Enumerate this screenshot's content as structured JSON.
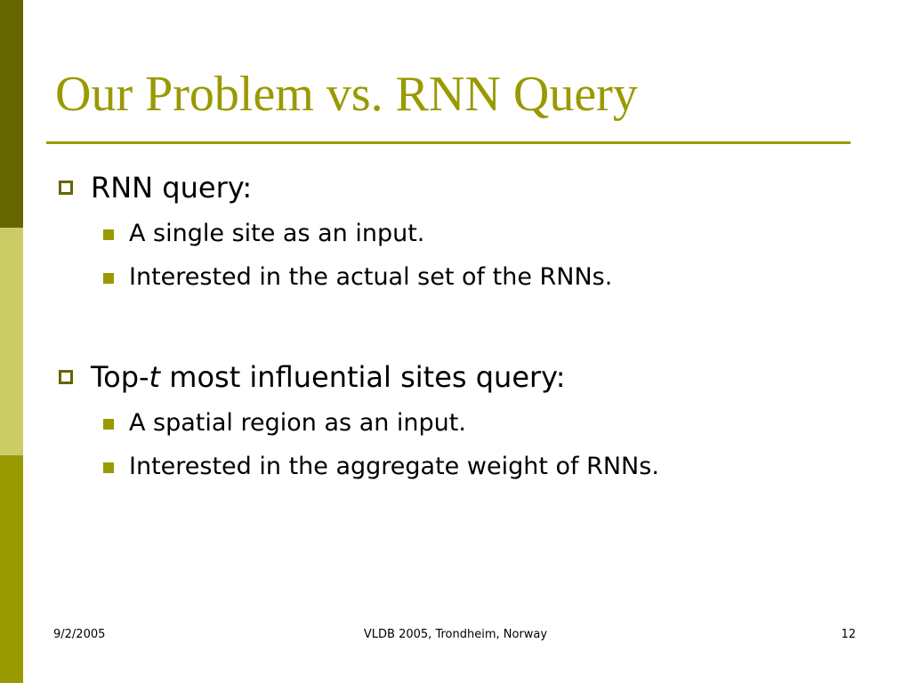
{
  "title": "Our Problem vs. RNN Query",
  "bullets": [
    {
      "text": "RNN query:",
      "sub": [
        "A single site as an input.",
        "Interested in the actual set of the RNNs."
      ]
    },
    {
      "text_before": "Top-",
      "text_italic": "t",
      "text_after": " most influential sites query:",
      "sub": [
        "A spatial region as an input.",
        "Interested in the aggregate weight of RNNs."
      ]
    }
  ],
  "footer": {
    "date": "9/2/2005",
    "center": "VLDB 2005, Trondheim, Norway",
    "page": "12"
  },
  "colors": {
    "accent": "#999900",
    "dark_accent": "#666600",
    "light_accent": "#cccc66"
  }
}
